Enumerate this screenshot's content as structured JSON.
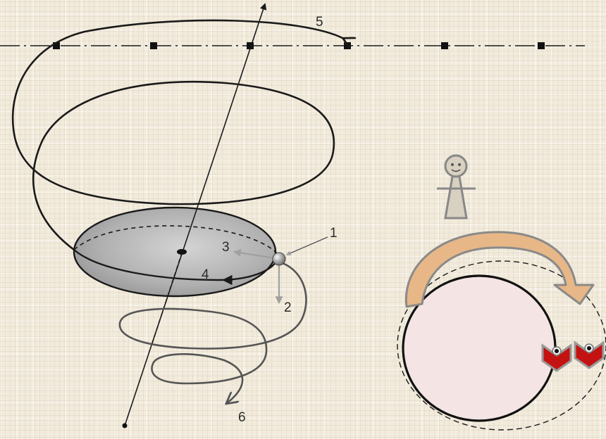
{
  "diagram": {
    "labels": {
      "one": "1",
      "two": "2",
      "three": "3",
      "four": "4",
      "five": "5",
      "six": "6"
    },
    "colors": {
      "ellipsoid_fill": "#a8a8a8",
      "arrow_fill": "#e7b787",
      "planet_fill": "#f4e4e4",
      "marker_red": "#c41212",
      "figure_fill": "#d8d0c0",
      "stroke": "#1a1a1a"
    },
    "icons": [
      "person-figure-icon",
      "red-marker-icon"
    ]
  }
}
